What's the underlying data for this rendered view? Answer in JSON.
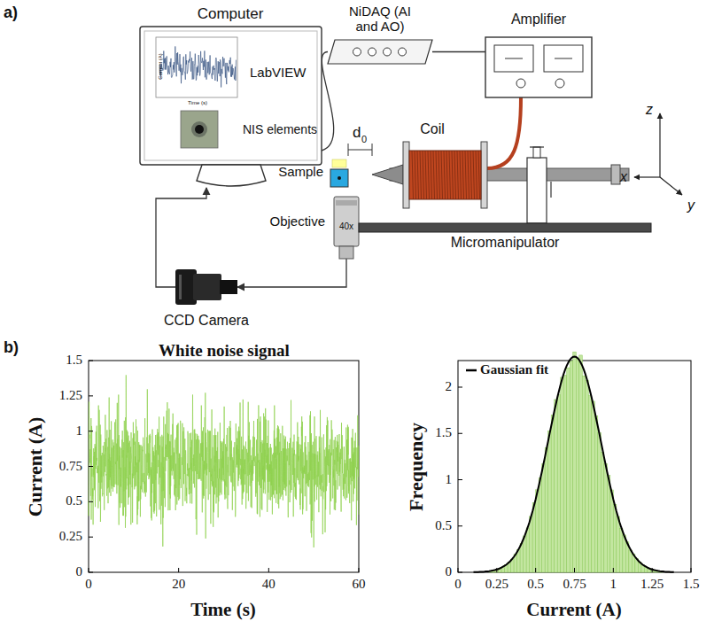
{
  "diagram": {
    "nodes": [
      {
        "text": [
          "Computer",
          "LabVIEW",
          "NIS elements"
        ]
      },
      {
        "text": [
          "NiDAQ (AI and AO)"
        ]
      },
      {
        "text": [
          "Amplifier"
        ]
      },
      {
        "text": [
          "Coil"
        ]
      },
      {
        "text": [
          "Sample"
        ]
      },
      {
        "text": [
          "Objective",
          "40x"
        ]
      },
      {
        "text": [
          "Micromanipulator"
        ]
      },
      {
        "text": [
          "CCD Camera"
        ]
      }
    ],
    "edges": [
      {
        "from": 0,
        "to": 1,
        "arrow": "none"
      },
      {
        "from": 1,
        "to": 2,
        "arrow": "none"
      },
      {
        "from": 2,
        "to": 3,
        "arrow": "none"
      },
      {
        "from": 5,
        "to": 7,
        "arrow": "to"
      },
      {
        "from": 7,
        "to": 0,
        "arrow": "to"
      }
    ],
    "labels": [
      "a)",
      "Current (A)",
      "Time (s)",
      "d",
      "0",
      "z",
      "x",
      "y",
      "b)",
      "White noise signal",
      "Current (A)",
      "Time (s)",
      "0",
      "0.25",
      "0.5",
      "0.75",
      "1",
      "1.25",
      "1.5",
      "0",
      "20",
      "40",
      "60",
      "Frequency",
      "0",
      "0.5",
      "1",
      "1.5",
      "2",
      "0",
      "0.25",
      "0.5",
      "0.75",
      "1",
      "1.25",
      "1.5",
      "Current (A)"
    ],
    "legend": [
      {
        "text": "Gaussian fit"
      }
    ]
  }
}
